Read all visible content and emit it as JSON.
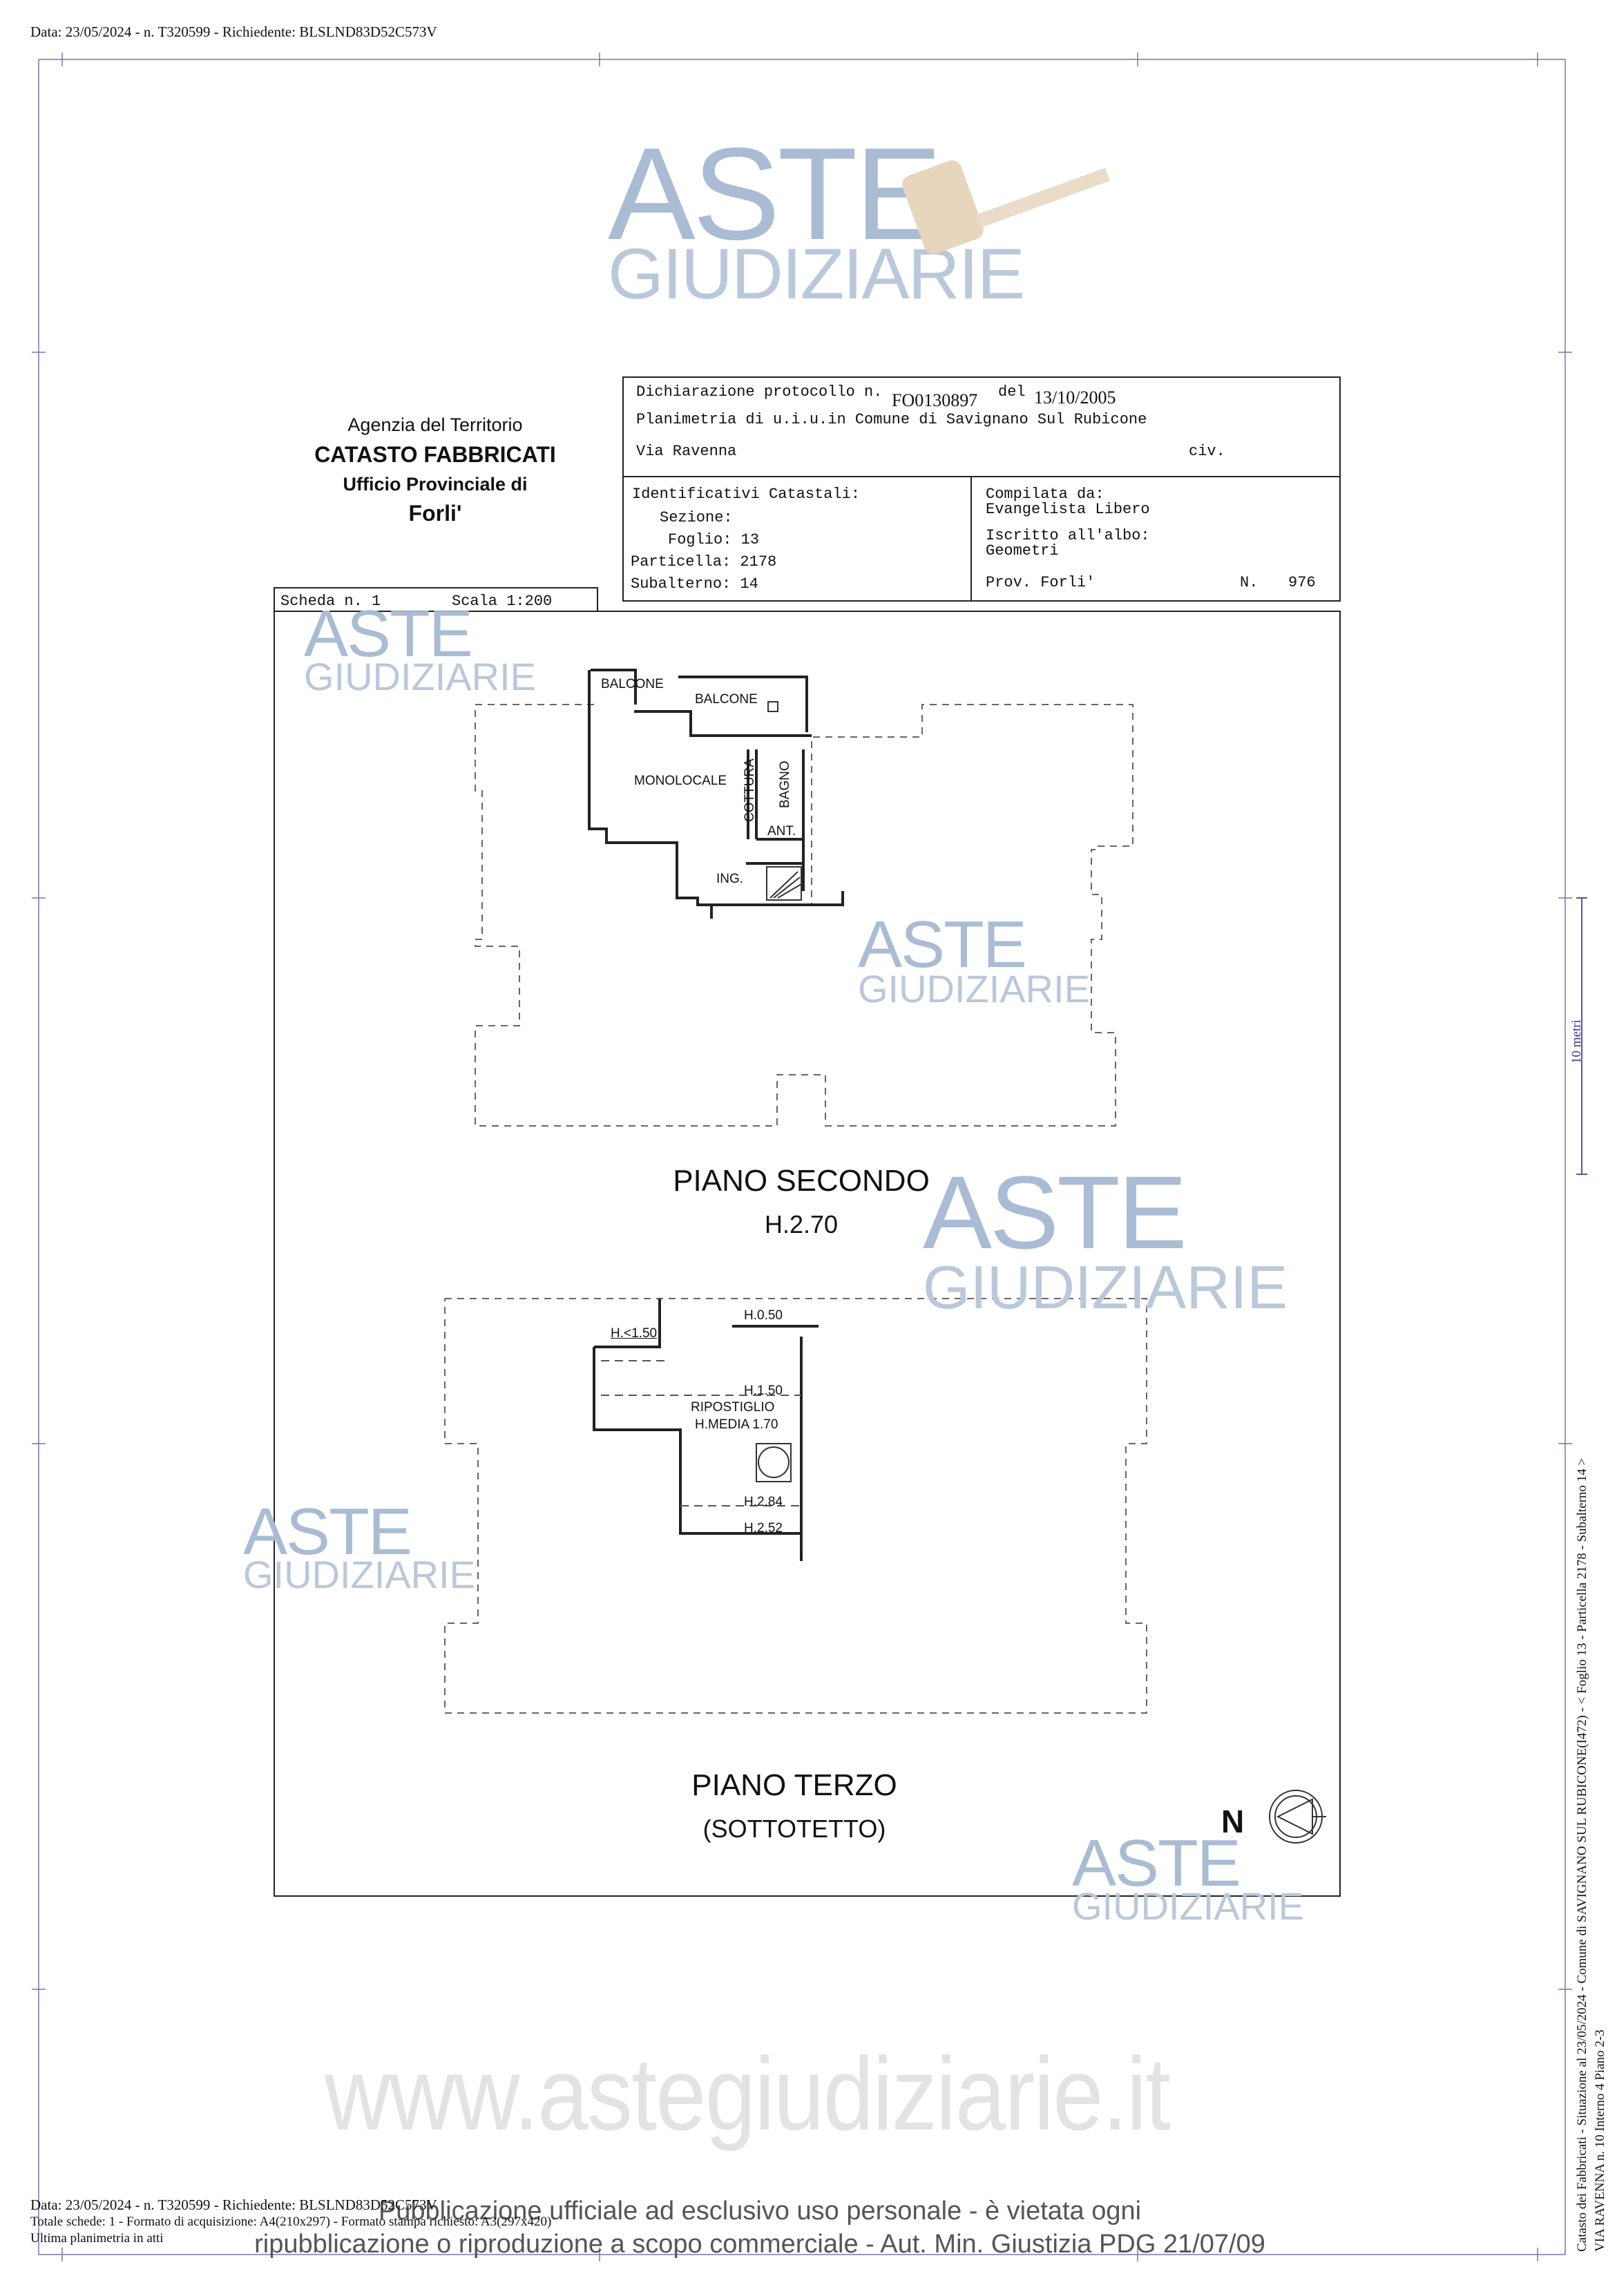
{
  "header": {
    "top_info": "Data: 23/05/2024 - n. T320599 - Richiedente: BLSLND83D52C573V"
  },
  "agency": {
    "line1": "Agenzia del Territorio",
    "line2": "CATASTO FABBRICATI",
    "line3": "Ufficio Provinciale di",
    "line4": "Forli'"
  },
  "declaration": {
    "protocol_label": "Dichiarazione protocollo n.",
    "protocol_number": "FO0130897",
    "del_label": "del",
    "date": "13/10/2005",
    "plan_line": "Planimetria di u.i.u.in Comune di Savignano Sul Rubicone",
    "street": "Via Ravenna",
    "civ_label": "civ."
  },
  "identifiers": {
    "title": "Identificativi Catastali:",
    "sezione": "Sezione:",
    "foglio": "Foglio: 13",
    "particella": "Particella: 2178",
    "subalterno": "Subalterno: 14"
  },
  "compiler": {
    "label": "Compilata da:",
    "name": "Evangelista Libero",
    "albo_label": "Iscritto all'albo:",
    "albo": "Geometri",
    "prov": "Prov. Forli'",
    "n_label": "N.",
    "n_value": "976"
  },
  "sheet": {
    "scheda": "Scheda n. 1",
    "scala": "Scala 1:200"
  },
  "floor2": {
    "title": "PIANO SECONDO",
    "height": "H.2.70",
    "rooms": {
      "balcone1": "BALCONE",
      "balcone2": "BALCONE",
      "monolocale": "MONOLOCALE",
      "cottura": "COTTURA",
      "bagno": "BAGNO",
      "ant": "ANT.",
      "ing": "ING."
    }
  },
  "floor3": {
    "title": "PIANO TERZO",
    "subtitle": "(SOTTOTETTO)",
    "labels": {
      "h1": "H.<1.50",
      "h2": "H.0.50",
      "h3": "H.1.50",
      "ripostiglio": "RIPOSTIGLIO",
      "hmedia": "H.MEDIA 1.70",
      "h4": "H.2.84",
      "h5": "H.2.52"
    }
  },
  "compass": {
    "letter": "N",
    "icon": "north-arrow-icon"
  },
  "scale_bar": {
    "label": "10 metri"
  },
  "side_text": {
    "line1": "Catasto dei Fabbricati - Situazione al 23/05/2024 - Comune di SAVIGNANO SUL RUBICONE(I472) - < Foglio 13 - Particella 2178 - Subalterno 14 >",
    "line2": "VIA RAVENNA n. 10 Interno 4 Piano 2-3"
  },
  "watermark": {
    "aste": "ASTE",
    "giudiziarie": "GIUDIZIARIE",
    "url": "www.astegiudiziarie.it",
    "publication1": "Pubblicazione ufficiale ad esclusivo uso personale - è vietata ogni",
    "publication2": "ripubblicazione o riproduzione a scopo commerciale - Aut. Min. Giustizia PDG 21/07/09"
  },
  "footer": {
    "line1": "Data: 23/05/2024 - n. T320599 - Richiedente: BLSLND83D52C573V",
    "line2": "Totale schede: 1 - Formato di acquisizione: A4(210x297) - Formato stampa richiesto: A3(297x420)",
    "line3": "Ultima planimetria in atti"
  }
}
